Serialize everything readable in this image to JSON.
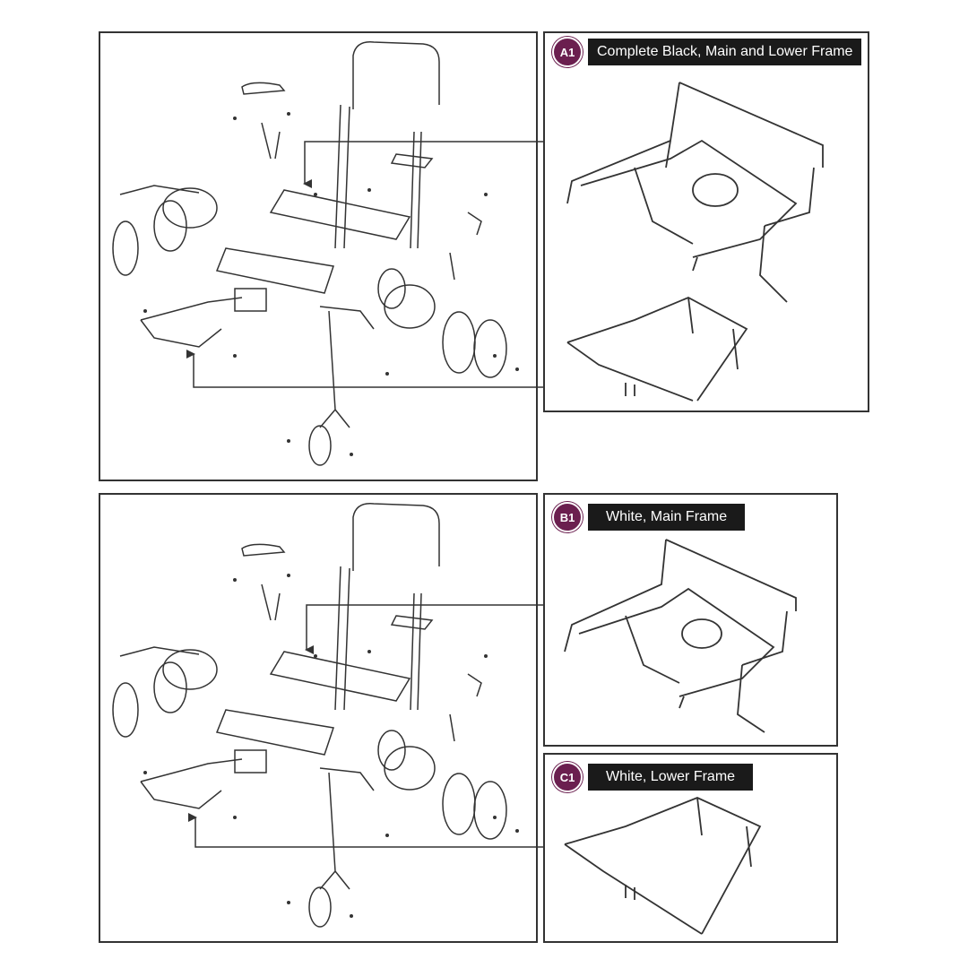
{
  "panels": {
    "a1": {
      "badge": "A1",
      "title": "Complete Black, Main and Lower Frame"
    },
    "b1": {
      "badge": "B1",
      "title": "White,  Main Frame"
    },
    "c1": {
      "badge": "C1",
      "title": "White, Lower Frame"
    }
  },
  "colors": {
    "badge": "#6b1f4f",
    "title_bg": "#1a1a1a",
    "line": "#333333"
  }
}
